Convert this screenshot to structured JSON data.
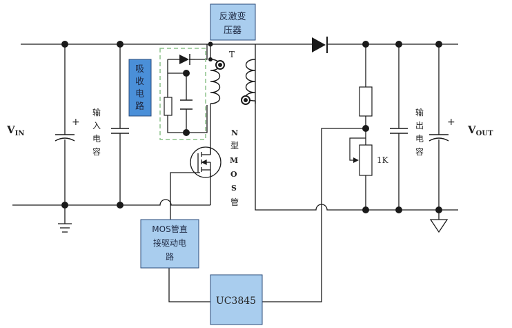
{
  "colors": {
    "wire": "#1a1a1a",
    "box_fill": "#a9cdee",
    "box_stroke": "#2b4b7a",
    "snubber_fill": "#4a8fd8",
    "dash_border": "#8cc28a"
  },
  "labels": {
    "transformer_line1": "反激变",
    "transformer_line2": "压器",
    "transformer_T": "T",
    "snubber_chars": [
      "吸",
      "收",
      "电",
      "路"
    ],
    "input_cap_chars": [
      "输",
      "入",
      "电",
      "容"
    ],
    "output_cap_chars": [
      "输",
      "出",
      "电",
      "容"
    ],
    "mos_chars": [
      "N",
      "型",
      "M",
      "O",
      "S",
      "管"
    ],
    "driver_line1": "MOS管直",
    "driver_line2": "接驱动电",
    "driver_line3": "路",
    "controller": "UC3845",
    "pot_value": "1K",
    "vin_main": "V",
    "vin_sub": "IN",
    "vout_main": "V",
    "vout_sub": "OUT",
    "plus_in": "+",
    "plus_out": "+"
  }
}
